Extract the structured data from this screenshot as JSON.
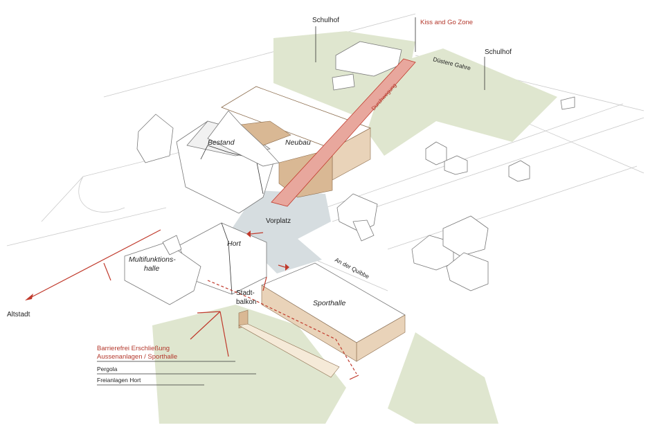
{
  "labels": {
    "schulhof_1": "Schulhof",
    "schulhof_2": "Schulhof",
    "kiss_and_go": "Kiss and Go Zone",
    "duestere_gahre": "Düstere Gahre",
    "durchwegung": "Durchwegung",
    "bestand": "Bestand",
    "neubau": "Neubau",
    "vorplatz": "Vorplatz",
    "hort": "Hort",
    "multifunktions_1": "Multifunktions-",
    "multifunktions_2": "halle",
    "an_der_quibbe": "An der Quibbe",
    "stadt_1": "Stadt-",
    "stadt_2": "balkon",
    "sporthalle": "Sporthalle",
    "altstadt": "Altstadt"
  },
  "legend": {
    "barrierefrei_1": "Barrierefrei Erschließung",
    "barrierefrei_2": "Aussenanlagen / Sporthalle",
    "pergola": "Pergola",
    "freianlagen": "Freianlagen Hort"
  },
  "colors": {
    "accent_red": "#c0392b",
    "green_area": "#dfe6cf",
    "plaza": "#d6dde0",
    "new_building": "#d9b894"
  }
}
